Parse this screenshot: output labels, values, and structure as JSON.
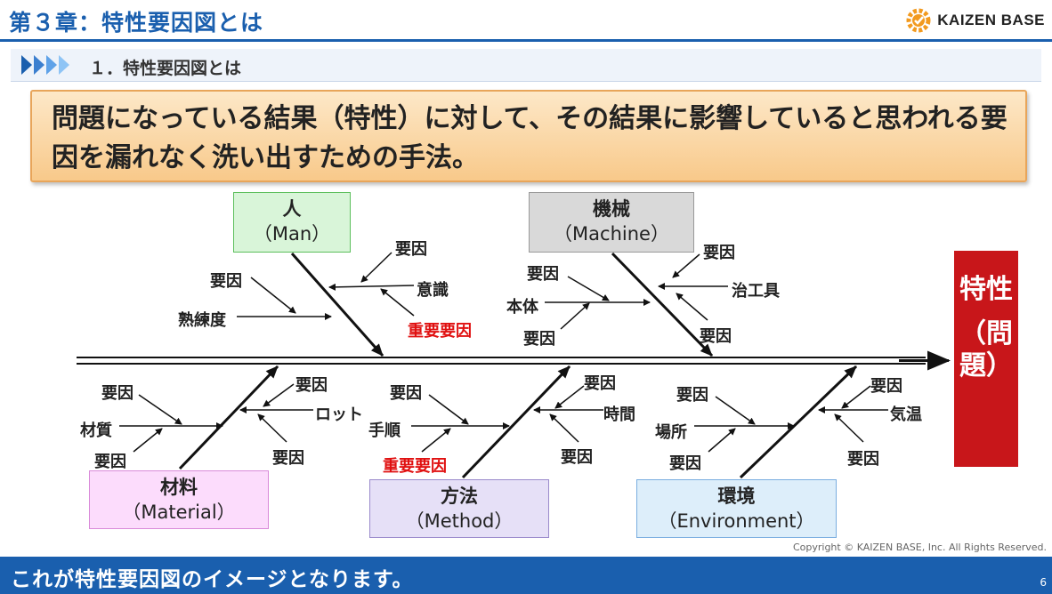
{
  "header": {
    "title": "第３章：特性要因図とは",
    "logo_text": "KAIZEN BASE"
  },
  "subheader": {
    "title": "１．特性要因図とは"
  },
  "callout": {
    "text": "問題になっている結果（特性）に対して、その結果に影響していると思われる要因を漏れなく洗い出すための手法。"
  },
  "categories": {
    "man": {
      "title": "人",
      "subtitle": "（Man）"
    },
    "machine": {
      "title": "機械",
      "subtitle": "（Machine）"
    },
    "material": {
      "title": "材料",
      "subtitle": "（Material）"
    },
    "method": {
      "title": "方法",
      "subtitle": "（Method）"
    },
    "environment": {
      "title": "環境",
      "subtitle": "（Environment）"
    }
  },
  "effect": {
    "text_line1": "特性",
    "text_line2": "（問",
    "text_line3": "題）"
  },
  "labels": {
    "man_cause_1": "要因",
    "man_cause_2": "熟練度",
    "man_cause_3": "要因",
    "man_cause_4": "意識",
    "man_cause_5": "重要要因",
    "machine_cause_1": "要因",
    "machine_cause_2": "本体",
    "machine_cause_3": "要因",
    "machine_cause_4": "要因",
    "machine_cause_5": "治工具",
    "machine_cause_6": "要因",
    "material_cause_1": "要因",
    "material_cause_2": "材質",
    "material_cause_3": "要因",
    "material_cause_4": "要因",
    "material_cause_5": "ロット",
    "material_cause_6": "要因",
    "method_cause_1": "要因",
    "method_cause_2": "手順",
    "method_cause_3": "重要要因",
    "method_cause_4": "要因",
    "method_cause_5": "時間",
    "method_cause_6": "要因",
    "environment_cause_1": "要因",
    "environment_cause_2": "場所",
    "environment_cause_3": "要因",
    "environment_cause_4": "要因",
    "environment_cause_5": "気温",
    "environment_cause_6": "要因"
  },
  "footer": {
    "text": "これが特性要因図のイメージとなります。",
    "copyright": "Copyright ©  KAIZEN BASE, Inc.  All Rights Reserved.",
    "page": "6"
  },
  "colors": {
    "brand_blue": "#1a5fae",
    "effect_red": "#c8161a",
    "important_red": "#e01010",
    "man_fill": "#d9f5d9",
    "man_border": "#5cbf5c",
    "machine_fill": "#d9d9d9",
    "machine_border": "#999999",
    "material_fill": "#fcdcfc",
    "material_border": "#d98ad9",
    "method_fill": "#e6e0f7",
    "method_border": "#9a8acb",
    "environment_fill": "#ddeefa",
    "environment_border": "#7aaee0"
  }
}
